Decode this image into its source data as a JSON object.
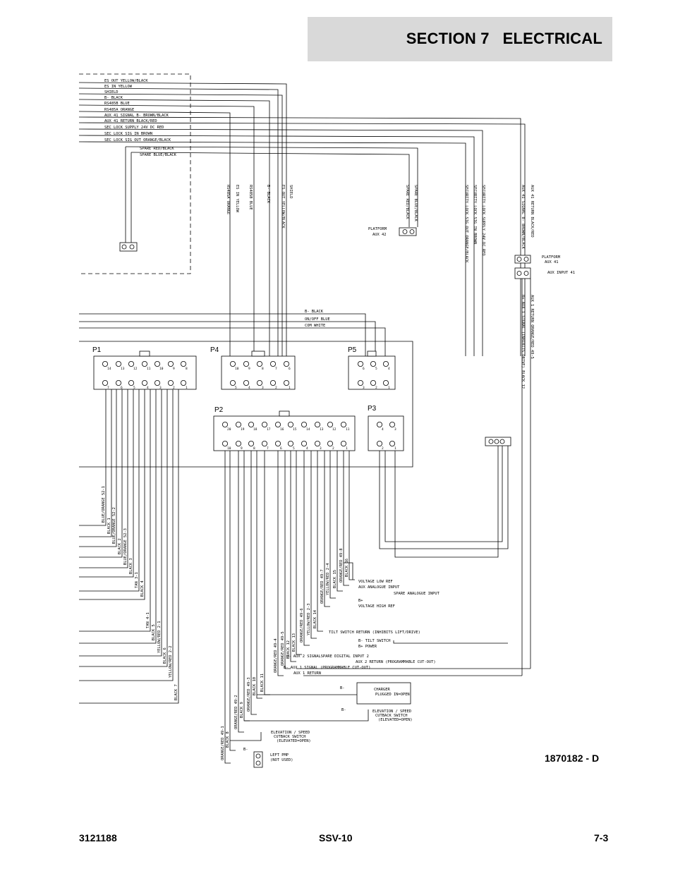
{
  "header": {
    "section_title": "SECTION 7   ELECTRICAL"
  },
  "connectors": {
    "p1": "P1",
    "p4": "P4",
    "p5": "P5",
    "p2": "P2",
    "p3": "P3",
    "platform_aux42": [
      "PLATFORM",
      "AUX 42"
    ],
    "platform_aux41": [
      "PLATFORM",
      "AUX 41"
    ],
    "aux_input_41": "AUX INPUT 41"
  },
  "wires_left": [
    "ES OUT YELLOW/BLACK",
    "ES IN YELLOW",
    "SHIELD",
    "B- BLACK",
    "RS485B BLUE",
    "RS485A ORANGE",
    "AUX 41 SIGNAL B- BROWN/BLACK",
    "AUX 41 RETURN BLACK/RED",
    "SEC LOCK SUPPLY 24V DC RED",
    "SEC LOCK SIG IN BROWN",
    "SEC LOCK SIG OUT ORANGE/BLACK",
    "SPARE RED/BLACK",
    "SPARE BLUE/BLACK"
  ],
  "vertical_labels": [
    "RS485A ORANGE",
    "ES IN YELLOW",
    "RS485B BLUE",
    "B- BLACK",
    "ES OUT YELLOW/BLACK",
    "SHIELD",
    "SPARE RED/BLACK",
    "SPARE BLUE/BLACK",
    "SECURITY LOCK SIG OUT ORANGE/BLACK",
    "SECURITY LOCK SIG IN BROWN",
    "SECURITY LOCK SUPPLY 24V DC RED",
    "AUX 41 SIGNAL B- BROWN/BLACK",
    "AUX 41 RETURN BLACK/RED",
    "B+ AUX 1 SIGNAL (INHIBITS DRIVE) BLACK 12",
    "AUX 1 RETURN ORANGE/RED 49-5"
  ],
  "mid_wires": [
    "B- BLACK",
    "ON/OFF BLUE",
    "COM WHITE"
  ],
  "p1_wires": [
    "BLUE/ORANGE 52-1",
    "BLACK 1",
    "BLUE/ORANGE 52-2",
    "BLACK 2",
    "BLUE/ORANGE 52-3",
    "BLACK 3",
    "TAN 3-1",
    "BLACK 4",
    "TAN 4-1",
    "BLACK 5",
    "YELLOW/RED 2-1",
    "BLACK 6",
    "YELLOW/RED 2-2",
    "BLACK 7"
  ],
  "p2_wires": [
    "ORANGE/RED 49-1",
    "BLACK 8",
    "ORANGE/RED 49-2",
    "BLACK 9",
    "ORANGE/RED 49-3",
    "BLACK 10",
    "BLACK 11",
    "ORANGE/RED 49-4",
    "ORANGE/RED 49-5",
    "BLACK 12",
    "BLACK 13",
    "ORANGE/RED 49-6",
    "YELLOW/RED 2-3",
    "BLACK 14",
    "ORANGE/RED 49-7",
    "YELLOW/RED 2-4",
    "BLACK 15",
    "ORANGE/RED 49-8",
    "BLACK 16"
  ],
  "functions": [
    "VOLTAGE LOW REF",
    "AUX ANALOGUE INPUT",
    "SPARE ANALOGUE INPUT",
    "B+",
    "VOLTAGE HIGH REF",
    "TILT SWITCH RETURN (INHIBITS LIFT/DRIVE)",
    "B- TILT SWITCH",
    "B+ POWER",
    "B- AUX 2 SIGNALSPARE DIGITAL INPUT 2",
    "AUX 2 RETURN (PROGRAMMABLE CUT-OUT)",
    "B- AUX 1 SIGNAL (PROGRAMMABLE CUT-OUT)",
    "AUX 1 RETURN"
  ],
  "devices": {
    "charger": [
      "CHARGER",
      "PLUGGED IN=OPEN"
    ],
    "elev_switch_1": [
      "ELEVATION / SPEED",
      "CUTBACK SWITCH",
      "(ELEVATED=OPEN)"
    ],
    "elev_switch_2": [
      "ELEVATION / SPEED",
      "CUTBACK SWITCH",
      "(ELEVATED=OPEN)"
    ],
    "left_pmp": [
      "LEFT PMP",
      "(NOT USED)"
    ],
    "b_minus": "B-"
  },
  "pins": {
    "p1_top": [
      "14",
      "13",
      "12",
      "11",
      "10",
      "9",
      "8"
    ],
    "p1_bot": [
      "7",
      "6",
      "5",
      "4",
      "3",
      "2",
      "1"
    ],
    "p4_top": [
      "10",
      "9",
      "8",
      "7",
      "6"
    ],
    "p4_bot": [
      "5",
      "4",
      "3",
      "2",
      "1"
    ],
    "p5_top": [
      "6",
      "5",
      "4"
    ],
    "p5_bot": [
      "3",
      "2",
      "1"
    ],
    "p2_top": [
      "20",
      "19",
      "18",
      "17",
      "16",
      "15",
      "14",
      "13",
      "12",
      "11"
    ],
    "p2_bot": [
      "10",
      "9",
      "8",
      "7",
      "6",
      "5",
      "4",
      "3",
      "2",
      "1"
    ],
    "p3_top": [
      "4",
      "3"
    ],
    "p3_bot": [
      "2",
      "1"
    ]
  },
  "drawing_number": "1870182 - D",
  "footer": {
    "doc_number": "3121188",
    "model": "SSV-10",
    "page": "7-3"
  }
}
